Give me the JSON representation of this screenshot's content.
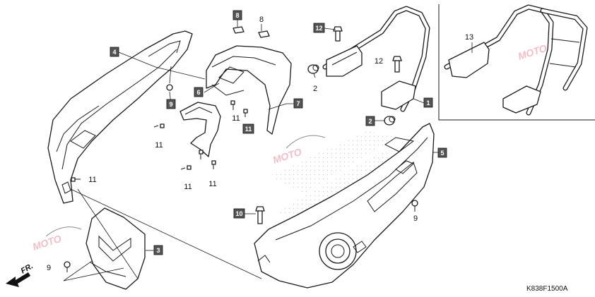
{
  "diagram": {
    "drawing_code": "K838F1500A",
    "direction_label": "FR.",
    "watermark_text": "MOTO",
    "callouts": [
      {
        "id": "c1",
        "label": "1",
        "boxed": true
      },
      {
        "id": "c2a",
        "label": "2",
        "boxed": false
      },
      {
        "id": "c2b",
        "label": "2",
        "boxed": true
      },
      {
        "id": "c3",
        "label": "3",
        "boxed": true
      },
      {
        "id": "c4",
        "label": "4",
        "boxed": true
      },
      {
        "id": "c5",
        "label": "5",
        "boxed": true
      },
      {
        "id": "c6",
        "label": "6",
        "boxed": true
      },
      {
        "id": "c7",
        "label": "7",
        "boxed": true
      },
      {
        "id": "c8a",
        "label": "8",
        "boxed": true
      },
      {
        "id": "c8b",
        "label": "8",
        "boxed": false
      },
      {
        "id": "c9a",
        "label": "9",
        "boxed": true
      },
      {
        "id": "c9b",
        "label": "9",
        "boxed": false
      },
      {
        "id": "c9c",
        "label": "9",
        "boxed": false
      },
      {
        "id": "c10",
        "label": "10",
        "boxed": true
      },
      {
        "id": "c11a",
        "label": "11",
        "boxed": false
      },
      {
        "id": "c11b",
        "label": "11",
        "boxed": true
      },
      {
        "id": "c11c",
        "label": "11",
        "boxed": false
      },
      {
        "id": "c11d",
        "label": "11",
        "boxed": false
      },
      {
        "id": "c11e",
        "label": "11",
        "boxed": false
      },
      {
        "id": "c11f",
        "label": "11",
        "boxed": false
      },
      {
        "id": "c12a",
        "label": "12",
        "boxed": true
      },
      {
        "id": "c12b",
        "label": "12",
        "boxed": false
      },
      {
        "id": "c13",
        "label": "13",
        "boxed": false
      }
    ]
  }
}
